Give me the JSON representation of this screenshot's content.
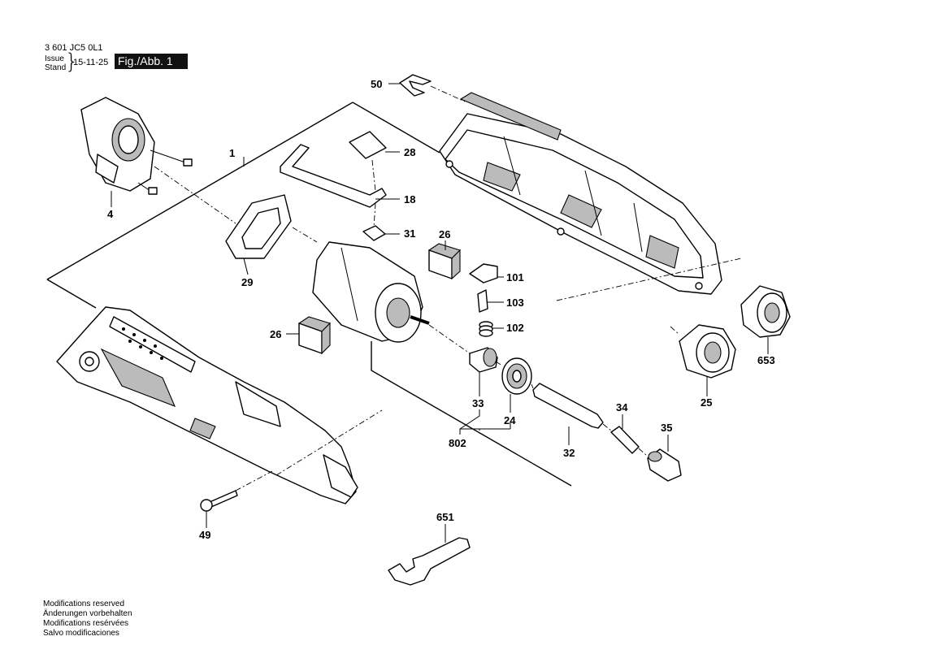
{
  "header": {
    "code": "3 601 JC5 0L1",
    "issue_label": "Issue",
    "stand_label": "Stand",
    "date": "15-11-25",
    "figure": "Fig./Abb. 1"
  },
  "footer": {
    "lines": [
      "Modifications reserved",
      "Änderungen vorbehalten",
      "Modifications resérvées",
      "Salvo modificaciones"
    ]
  },
  "parts": {
    "p1": "1",
    "p4": "4",
    "p18": "18",
    "p24": "24",
    "p25": "25",
    "p26a": "26",
    "p26b": "26",
    "p28": "28",
    "p29": "29",
    "p31": "31",
    "p32": "32",
    "p33": "33",
    "p34": "34",
    "p35": "35",
    "p49": "49",
    "p50": "50",
    "p101": "101",
    "p102": "102",
    "p103": "103",
    "p651": "651",
    "p653": "653",
    "p802": "802"
  }
}
